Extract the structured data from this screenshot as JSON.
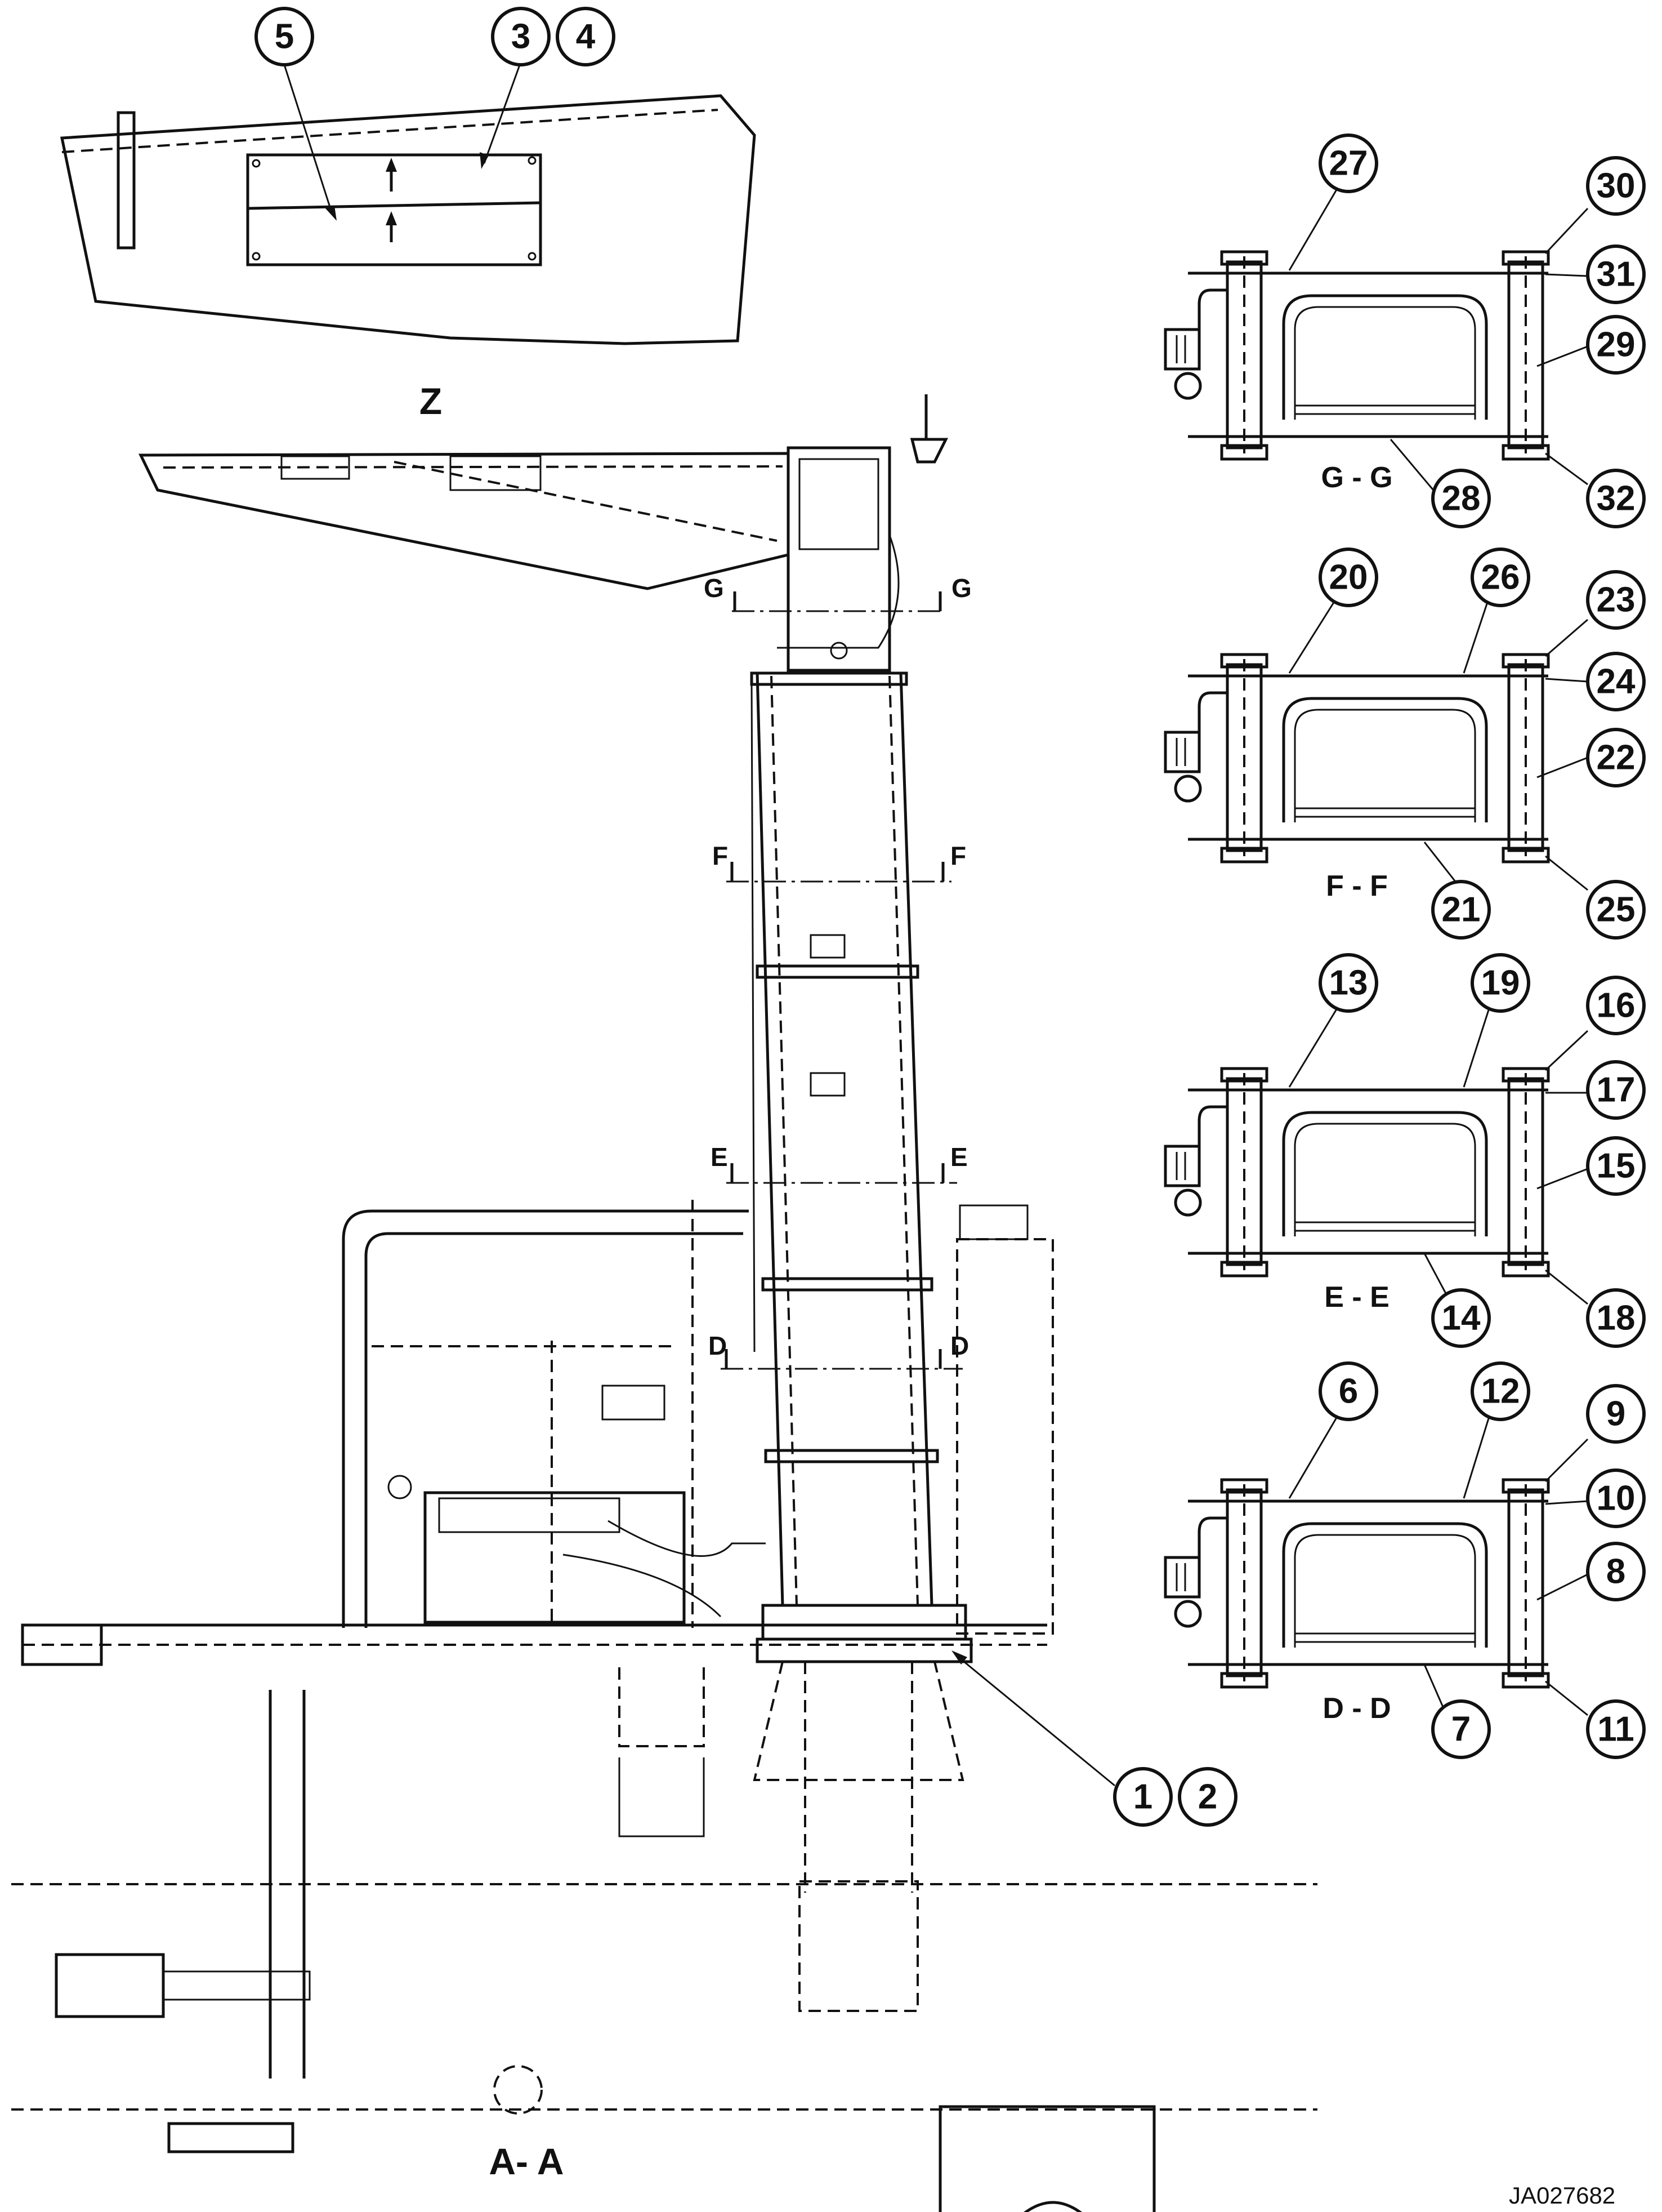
{
  "views": {
    "z_label": "Z",
    "aa_label": "A- A",
    "gg_label": "G - G",
    "ff_label": "F - F",
    "ee_label": "E - E",
    "dd_label": "D - D"
  },
  "cut_marks": {
    "g": "G",
    "f": "F",
    "e": "E",
    "d": "D"
  },
  "callouts": {
    "z": [
      "5",
      "3",
      "4"
    ],
    "base": [
      "1",
      "2"
    ],
    "gg": [
      "27",
      "30",
      "31",
      "29",
      "28",
      "32"
    ],
    "ff": [
      "20",
      "26",
      "23",
      "24",
      "22",
      "21",
      "25"
    ],
    "ee": [
      "13",
      "19",
      "16",
      "17",
      "15",
      "14",
      "18"
    ],
    "dd": [
      "6",
      "12",
      "9",
      "10",
      "8",
      "7",
      "11"
    ]
  },
  "drawing_code": "JA027682"
}
